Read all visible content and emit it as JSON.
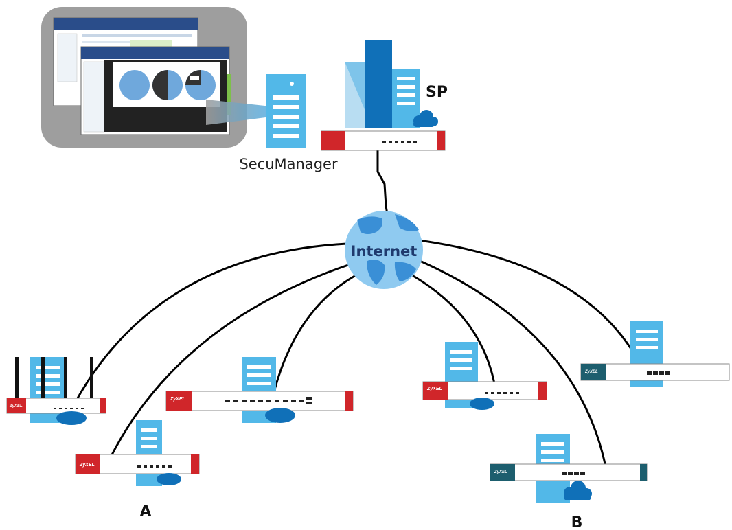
{
  "labels": {
    "secumanager": "SecuManager",
    "sp": "SP",
    "internet": "Internet",
    "site_a": "A",
    "site_b": "B"
  },
  "device_brand": "ZyXEL",
  "colors": {
    "server_blue": "#52b8e8",
    "dark_blue": "#1070b8",
    "firewall_red": "#d0262a",
    "switch_teal": "#1d5e6e",
    "globe_blue": "#8fcaf0",
    "land_blue": "#3a8fd6",
    "screen_bg_gray": "#9e9e9e",
    "link_black": "#000000"
  },
  "icons": {
    "console": "management-console-icon",
    "server": "server-icon",
    "building": "office-building-icon",
    "cloud": "cloud-icon",
    "globe": "internet-globe-icon",
    "firewall": "zyxel-firewall-icon",
    "switch": "zyxel-switch-icon"
  }
}
